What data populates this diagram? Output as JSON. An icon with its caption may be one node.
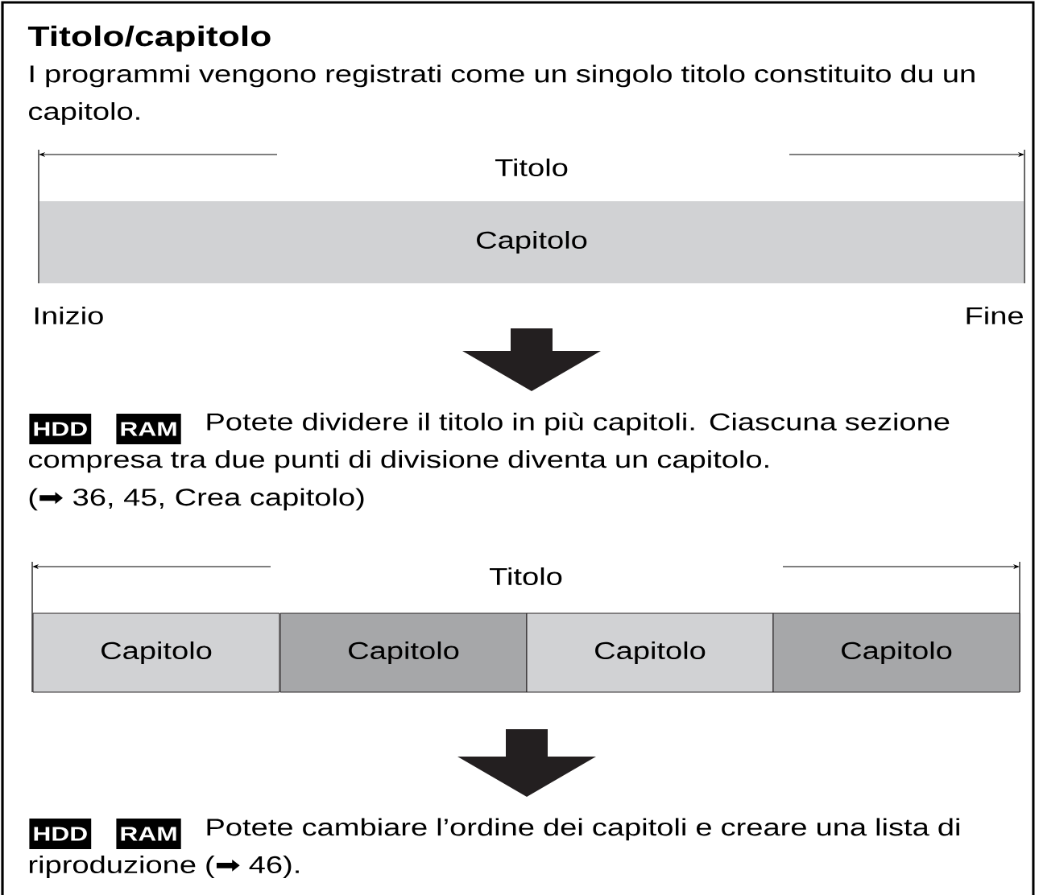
{
  "diagram": {
    "title": "Titolo/capitolo",
    "nodes": [
      {
        "text": [
          "Capitolo"
        ]
      },
      {
        "text": [
          "Capitolo"
        ]
      },
      {
        "text": [
          "Capitolo"
        ]
      },
      {
        "text": [
          "Capitolo"
        ]
      },
      {
        "text": [
          "Capitolo"
        ]
      }
    ],
    "labels": [
      "I programmi vengono registrati come un singolo titolo constituito du un capitolo.",
      "Titolo",
      "Inizio",
      "Fine",
      "HDD",
      "RAM",
      "Potete dividere il titolo in più capitoli. Ciascuna sezione compresa tra due punti di divisione diventa un capitolo.",
      "(➡ 36, 45, Crea capitolo)",
      "Titolo",
      "HDD",
      "RAM",
      "Potete cambiare l’ordine dei capitoli e creare una lista di riproduzione (➡ 46)."
    ]
  }
}
